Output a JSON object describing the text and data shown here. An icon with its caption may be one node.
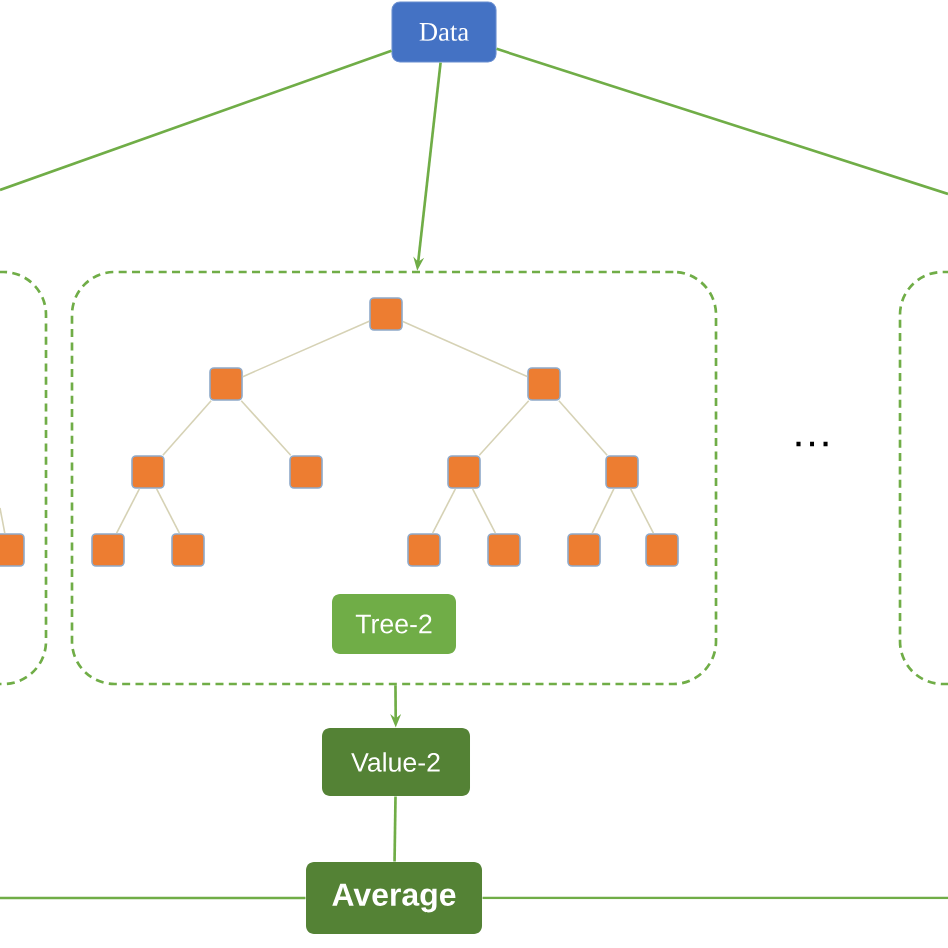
{
  "diagram": {
    "nodes": [
      {
        "text": [
          "Data"
        ]
      },
      {
        "text": [],
        "shape": "box"
      },
      {
        "text": [],
        "shape": "box"
      },
      {
        "text": [],
        "shape": "box"
      },
      {
        "text": [],
        "shape": "box",
        "in": 1
      },
      {
        "text": [],
        "shape": "box",
        "in": 2
      },
      {
        "text": [],
        "shape": "box",
        "in": 2
      },
      {
        "text": [],
        "shape": "box",
        "in": 2
      },
      {
        "text": [],
        "shape": "box",
        "in": 2
      },
      {
        "text": [],
        "shape": "box",
        "in": 2
      },
      {
        "text": [],
        "shape": "box",
        "in": 2
      },
      {
        "text": [],
        "shape": "box",
        "in": 2
      },
      {
        "text": [],
        "shape": "box",
        "in": 2
      },
      {
        "text": [],
        "shape": "box",
        "in": 2
      },
      {
        "text": [],
        "shape": "box",
        "in": 2
      },
      {
        "text": [],
        "shape": "box",
        "in": 2
      },
      {
        "text": [],
        "shape": "box",
        "in": 2
      },
      {
        "text": [],
        "shape": "box",
        "in": 2
      },
      {
        "text": [
          "Tree-2"
        ],
        "in": 2
      },
      {
        "text": [
          "Value-2"
        ]
      },
      {
        "text": [
          "Average"
        ]
      }
    ],
    "edges": [
      {
        "from": 0,
        "to": null,
        "arrow": "none",
        "color": "#70ad47"
      },
      {
        "from": 0,
        "to": null,
        "arrow": "none",
        "color": "#70ad47"
      },
      {
        "from": 0,
        "to": 2,
        "arrow": "to",
        "color": "#70ad47"
      },
      {
        "from": 2,
        "to": 19,
        "arrow": "to",
        "color": "#70ad47"
      },
      {
        "from": 19,
        "to": 20,
        "arrow": "none",
        "color": "#70ad47"
      },
      {
        "from": null,
        "to": 20,
        "arrow": "none",
        "color": "#70ad47"
      },
      {
        "from": null,
        "to": 20,
        "arrow": "none",
        "color": "#70ad47"
      },
      {
        "from": null,
        "to": 4,
        "arrow": "none"
      },
      {
        "from": 5,
        "to": 6,
        "arrow": "none"
      },
      {
        "from": 5,
        "to": 7,
        "arrow": "none"
      },
      {
        "from": 6,
        "to": 8,
        "arrow": "none"
      },
      {
        "from": 6,
        "to": 9,
        "arrow": "none"
      },
      {
        "from": 7,
        "to": 10,
        "arrow": "none"
      },
      {
        "from": 7,
        "to": 11,
        "arrow": "none"
      },
      {
        "from": 8,
        "to": 12,
        "arrow": "none"
      },
      {
        "from": 8,
        "to": 13,
        "arrow": "none"
      },
      {
        "from": 10,
        "to": 14,
        "arrow": "none"
      },
      {
        "from": 10,
        "to": 15,
        "arrow": "none"
      },
      {
        "from": 11,
        "to": 16,
        "arrow": "none"
      },
      {
        "from": 11,
        "to": 17,
        "arrow": "none"
      }
    ],
    "labels": [
      "…"
    ]
  }
}
